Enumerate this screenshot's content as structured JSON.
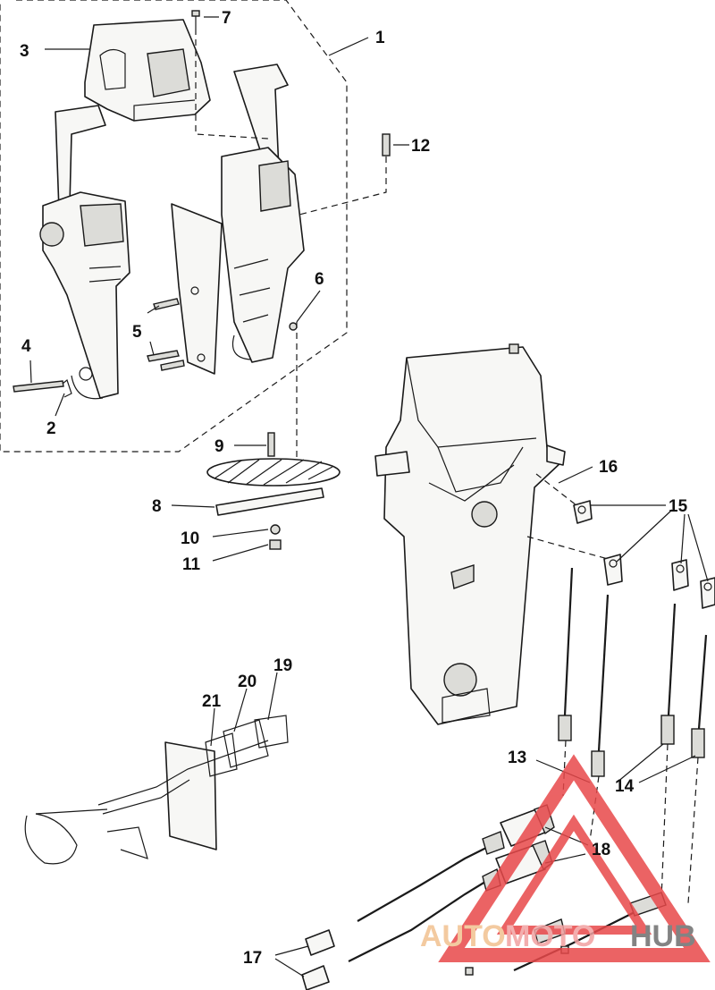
{
  "callouts": {
    "c1": "1",
    "c2": "2",
    "c3": "3",
    "c4": "4",
    "c5": "5",
    "c6": "6",
    "c7": "7",
    "c8": "8",
    "c9": "9",
    "c10": "10",
    "c11": "11",
    "c12": "12",
    "c13": "13",
    "c14": "14",
    "c15": "15",
    "c16": "16",
    "c17": "17",
    "c18": "18",
    "c19": "19",
    "c20": "20",
    "c21": "21"
  },
  "watermark": {
    "part1": "AUTO",
    "part2": "MOTO",
    "part3": "HUB",
    "colors": {
      "auto": "#f2c190",
      "moto": "#f2a0a0",
      "hub": "#6e6e6e",
      "triangle": "#e8484a"
    }
  }
}
